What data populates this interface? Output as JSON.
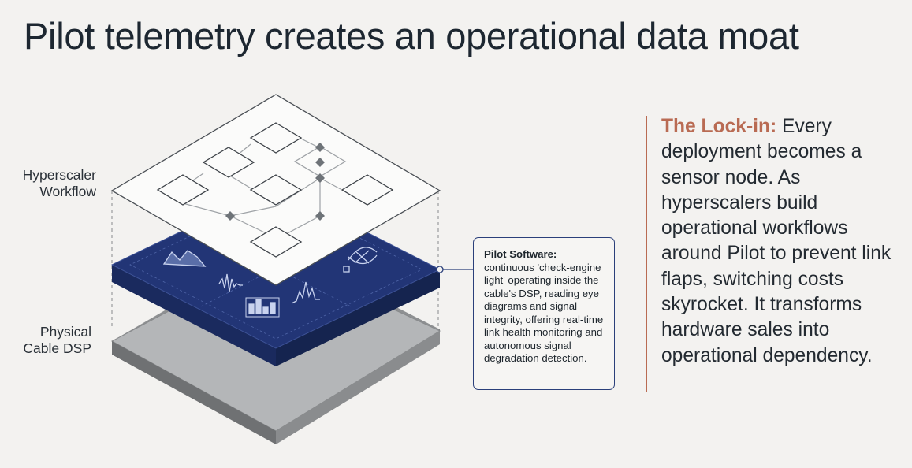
{
  "title": "Pilot telemetry creates an operational data moat",
  "layers": {
    "top_label": "Hyperscaler\nWorkflow",
    "bottom_label": "Physical\nCable DSP"
  },
  "callout": {
    "title": "Pilot Software:",
    "body": "continuous 'check-engine light' operating inside the cable's DSP, reading eye diagrams and signal integrity, offering real-time link health monitoring and autonomous signal degradation detection."
  },
  "lockin": {
    "title": "The Lock-in:",
    "body": "Every deployment becomes a sensor node. As hyperscalers build operational workflows around Pilot to prevent link flaps, switching costs skyrocket. It transforms hardware sales into operational dependency."
  },
  "colors": {
    "accent": "#b96b53",
    "navy_layer": "#223576",
    "gray_layer": "#a9abad",
    "callout_border": "#2a3f7a"
  },
  "icons": [
    "area-chart-icon",
    "waveform-icon",
    "bar-chart-icon",
    "eye-diagram-icon",
    "signal-bars-icon"
  ]
}
